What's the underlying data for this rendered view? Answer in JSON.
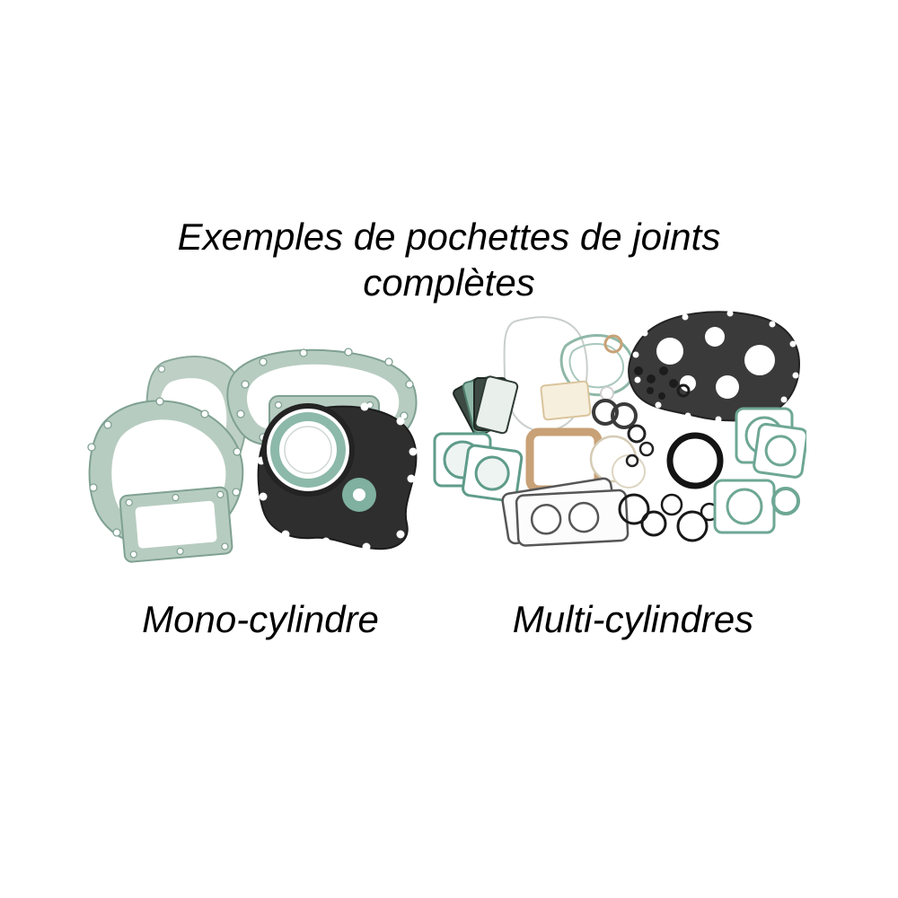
{
  "title": {
    "line1": "Exemples de pochettes de joints",
    "line2": "complètes"
  },
  "figures": {
    "left": {
      "caption": "Mono-cylindre",
      "photo_name": "mono-cylinder-gasket-kit-photo"
    },
    "right": {
      "caption": "Multi-cylindres",
      "photo_name": "multi-cylinder-gasket-kit-photo"
    }
  },
  "colors": {
    "background": "#ffffff",
    "text": "#000000",
    "gasket_pale_green": "#b7ccc0",
    "gasket_teal": "#6ea795",
    "gasket_dark": "#2e2e2e",
    "gasket_copper": "#c8a176",
    "o_ring_black": "#161616"
  }
}
